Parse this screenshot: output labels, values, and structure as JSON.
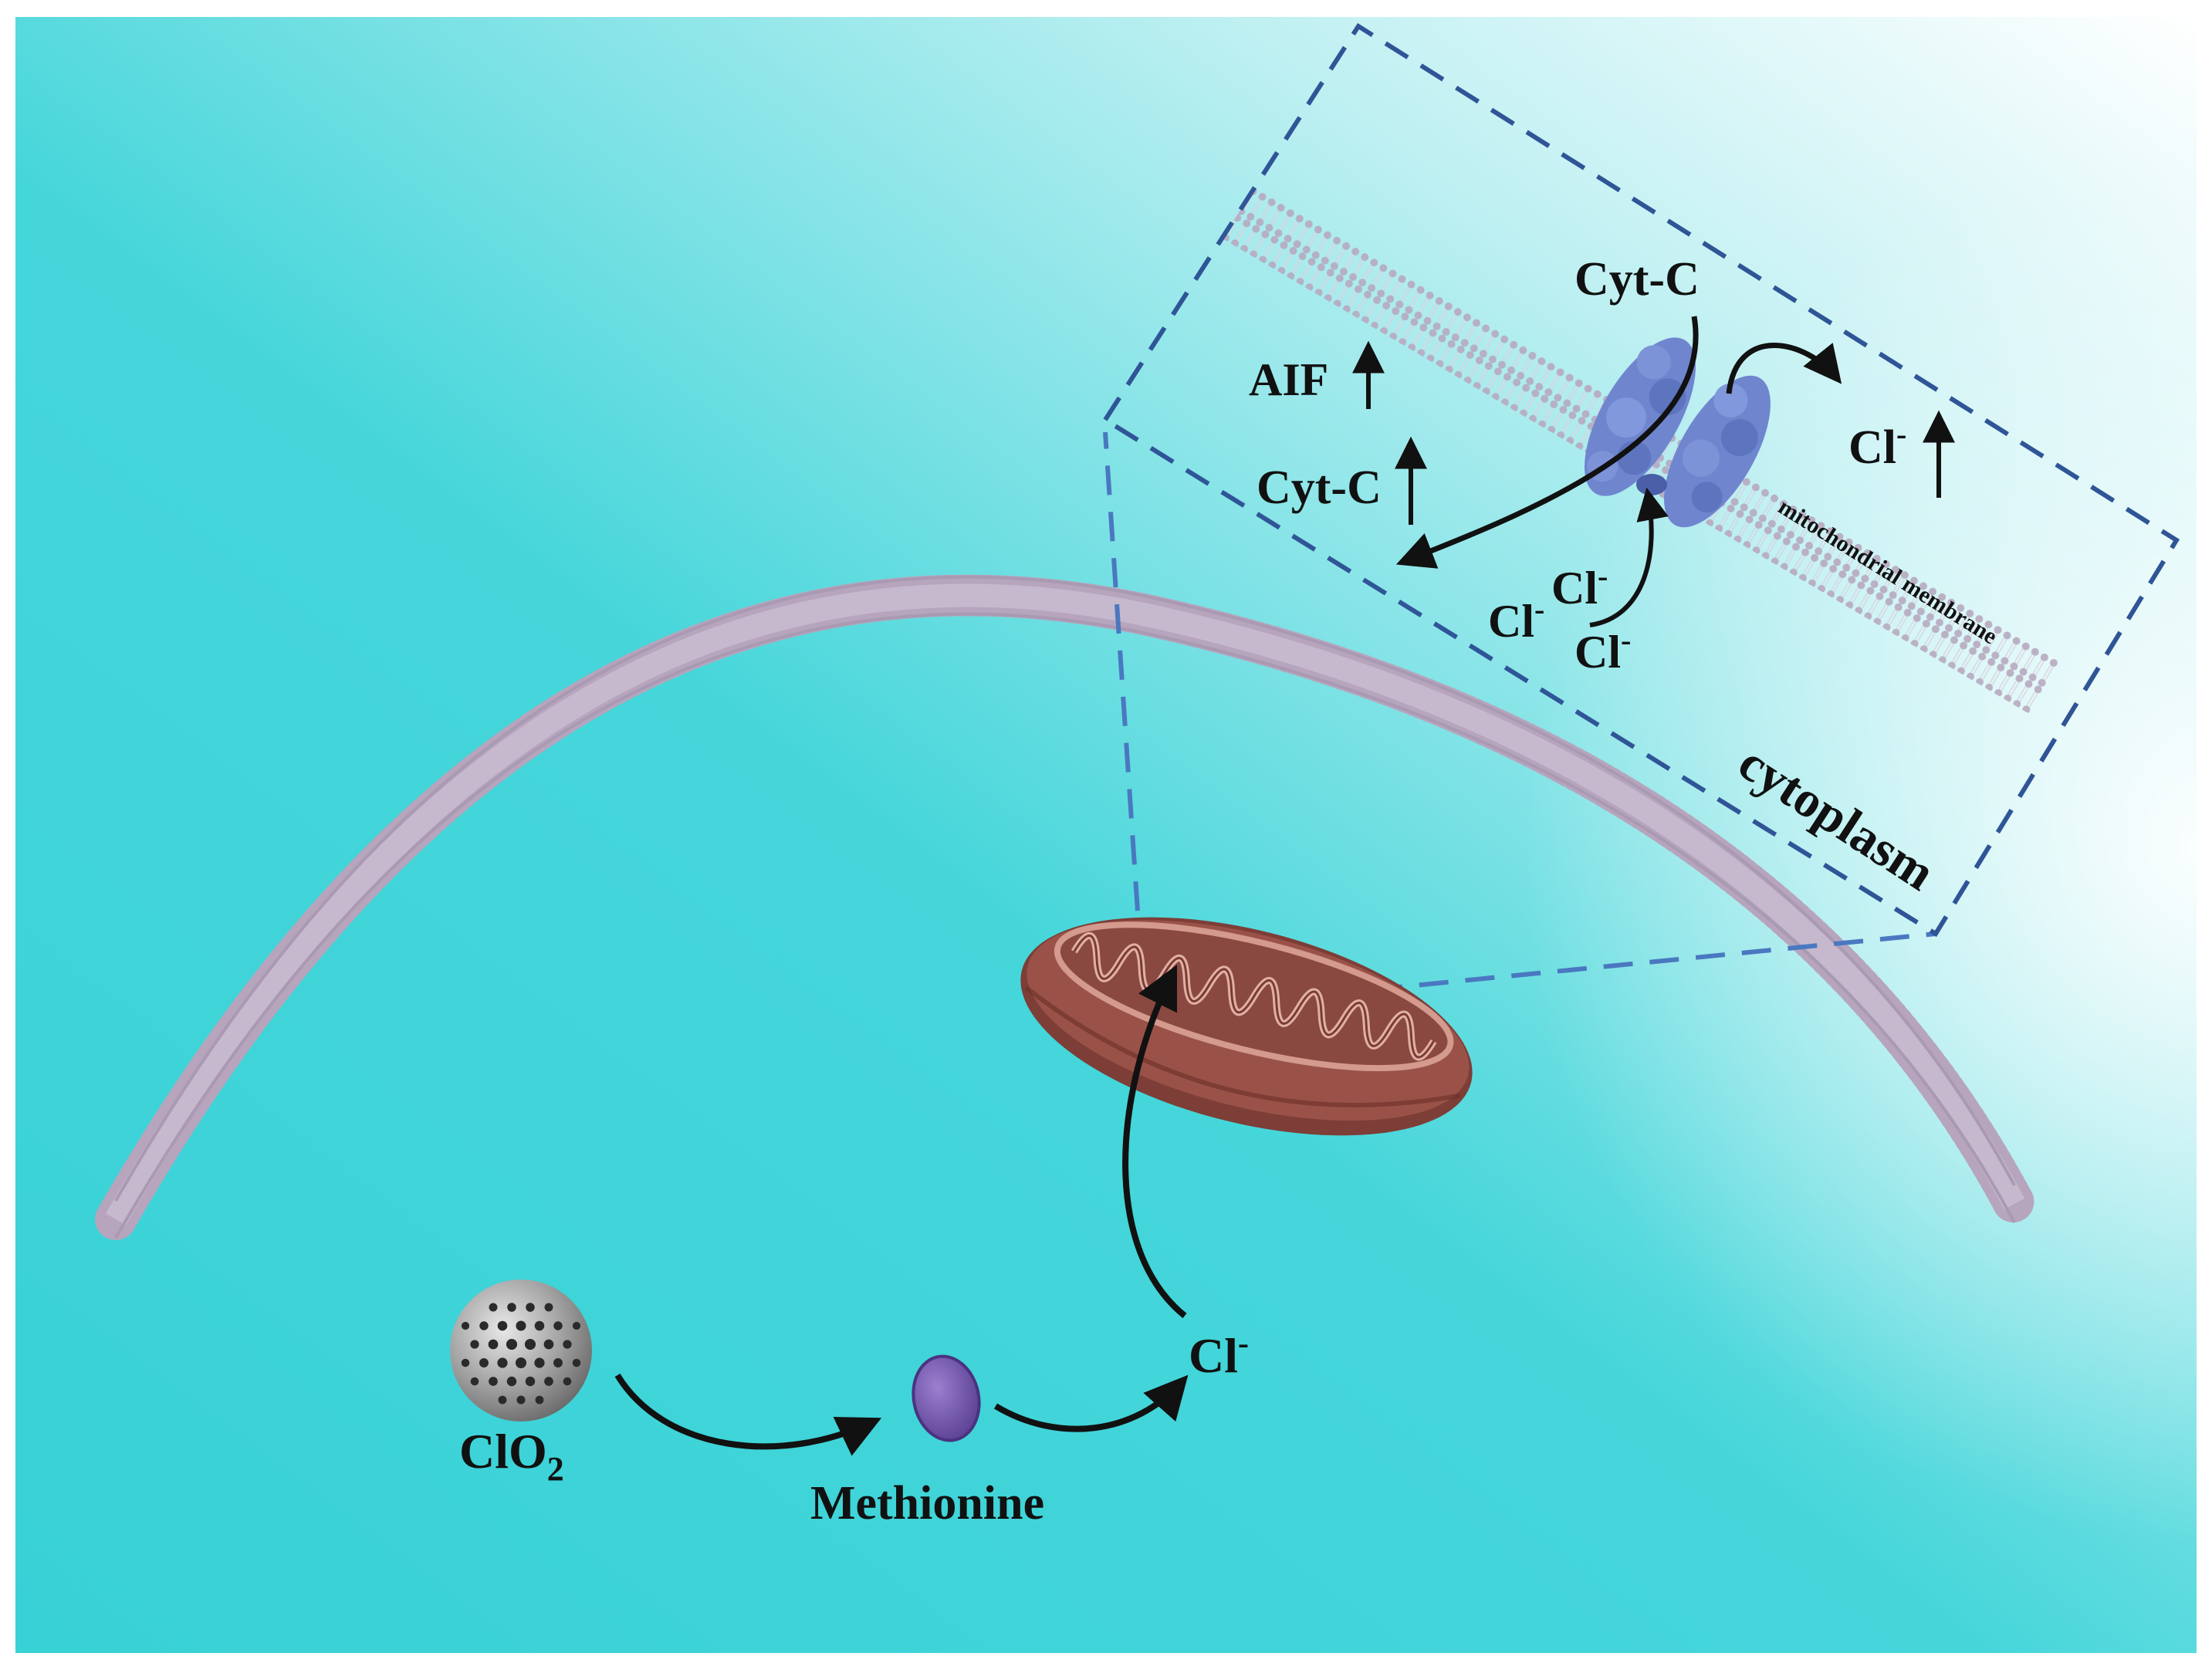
{
  "diagram": {
    "colors": {
      "background_deep": "#3ed6d9",
      "background_light": "#ffffff",
      "membrane": "#b8a6bd",
      "zoom_box": "#2f5597",
      "zoom_lines": "#4a78c0",
      "mitochondrion_outer": "#8b4a42",
      "mitochondrion_inner": "#c48377",
      "channel_protein": "#6f86cf",
      "nanoparticle": "#9a9a9a",
      "methionine": "#7a5ab0",
      "arrow": "#111111"
    },
    "labels": {
      "clo2_base": "ClO",
      "clo2_sub": "2",
      "methionine": "Methionine",
      "cl_ion_base": "Cl",
      "cl_ion_sup": "-",
      "cl_inset_right_base": "Cl",
      "cl_inset_right_sup": "-",
      "cl_inset_a_base": "Cl",
      "cl_inset_a_sup": "-",
      "cl_inset_b_base": "Cl",
      "cl_inset_b_sup": "-",
      "cl_inset_c_base": "Cl",
      "cl_inset_c_sup": "-",
      "cytc_top": "Cyt-C",
      "cytc_left": "Cyt-C",
      "aif": "AIF",
      "mito_membrane": "mitochondrial membrane",
      "cytoplasm": "cytoplasm"
    },
    "icons": {
      "nanoparticle": "clo2-nanoparticle-icon",
      "methionine": "methionine-molecule-icon",
      "mitochondrion": "mitochondrion-icon",
      "channel": "membrane-channel-protein-icon"
    }
  }
}
